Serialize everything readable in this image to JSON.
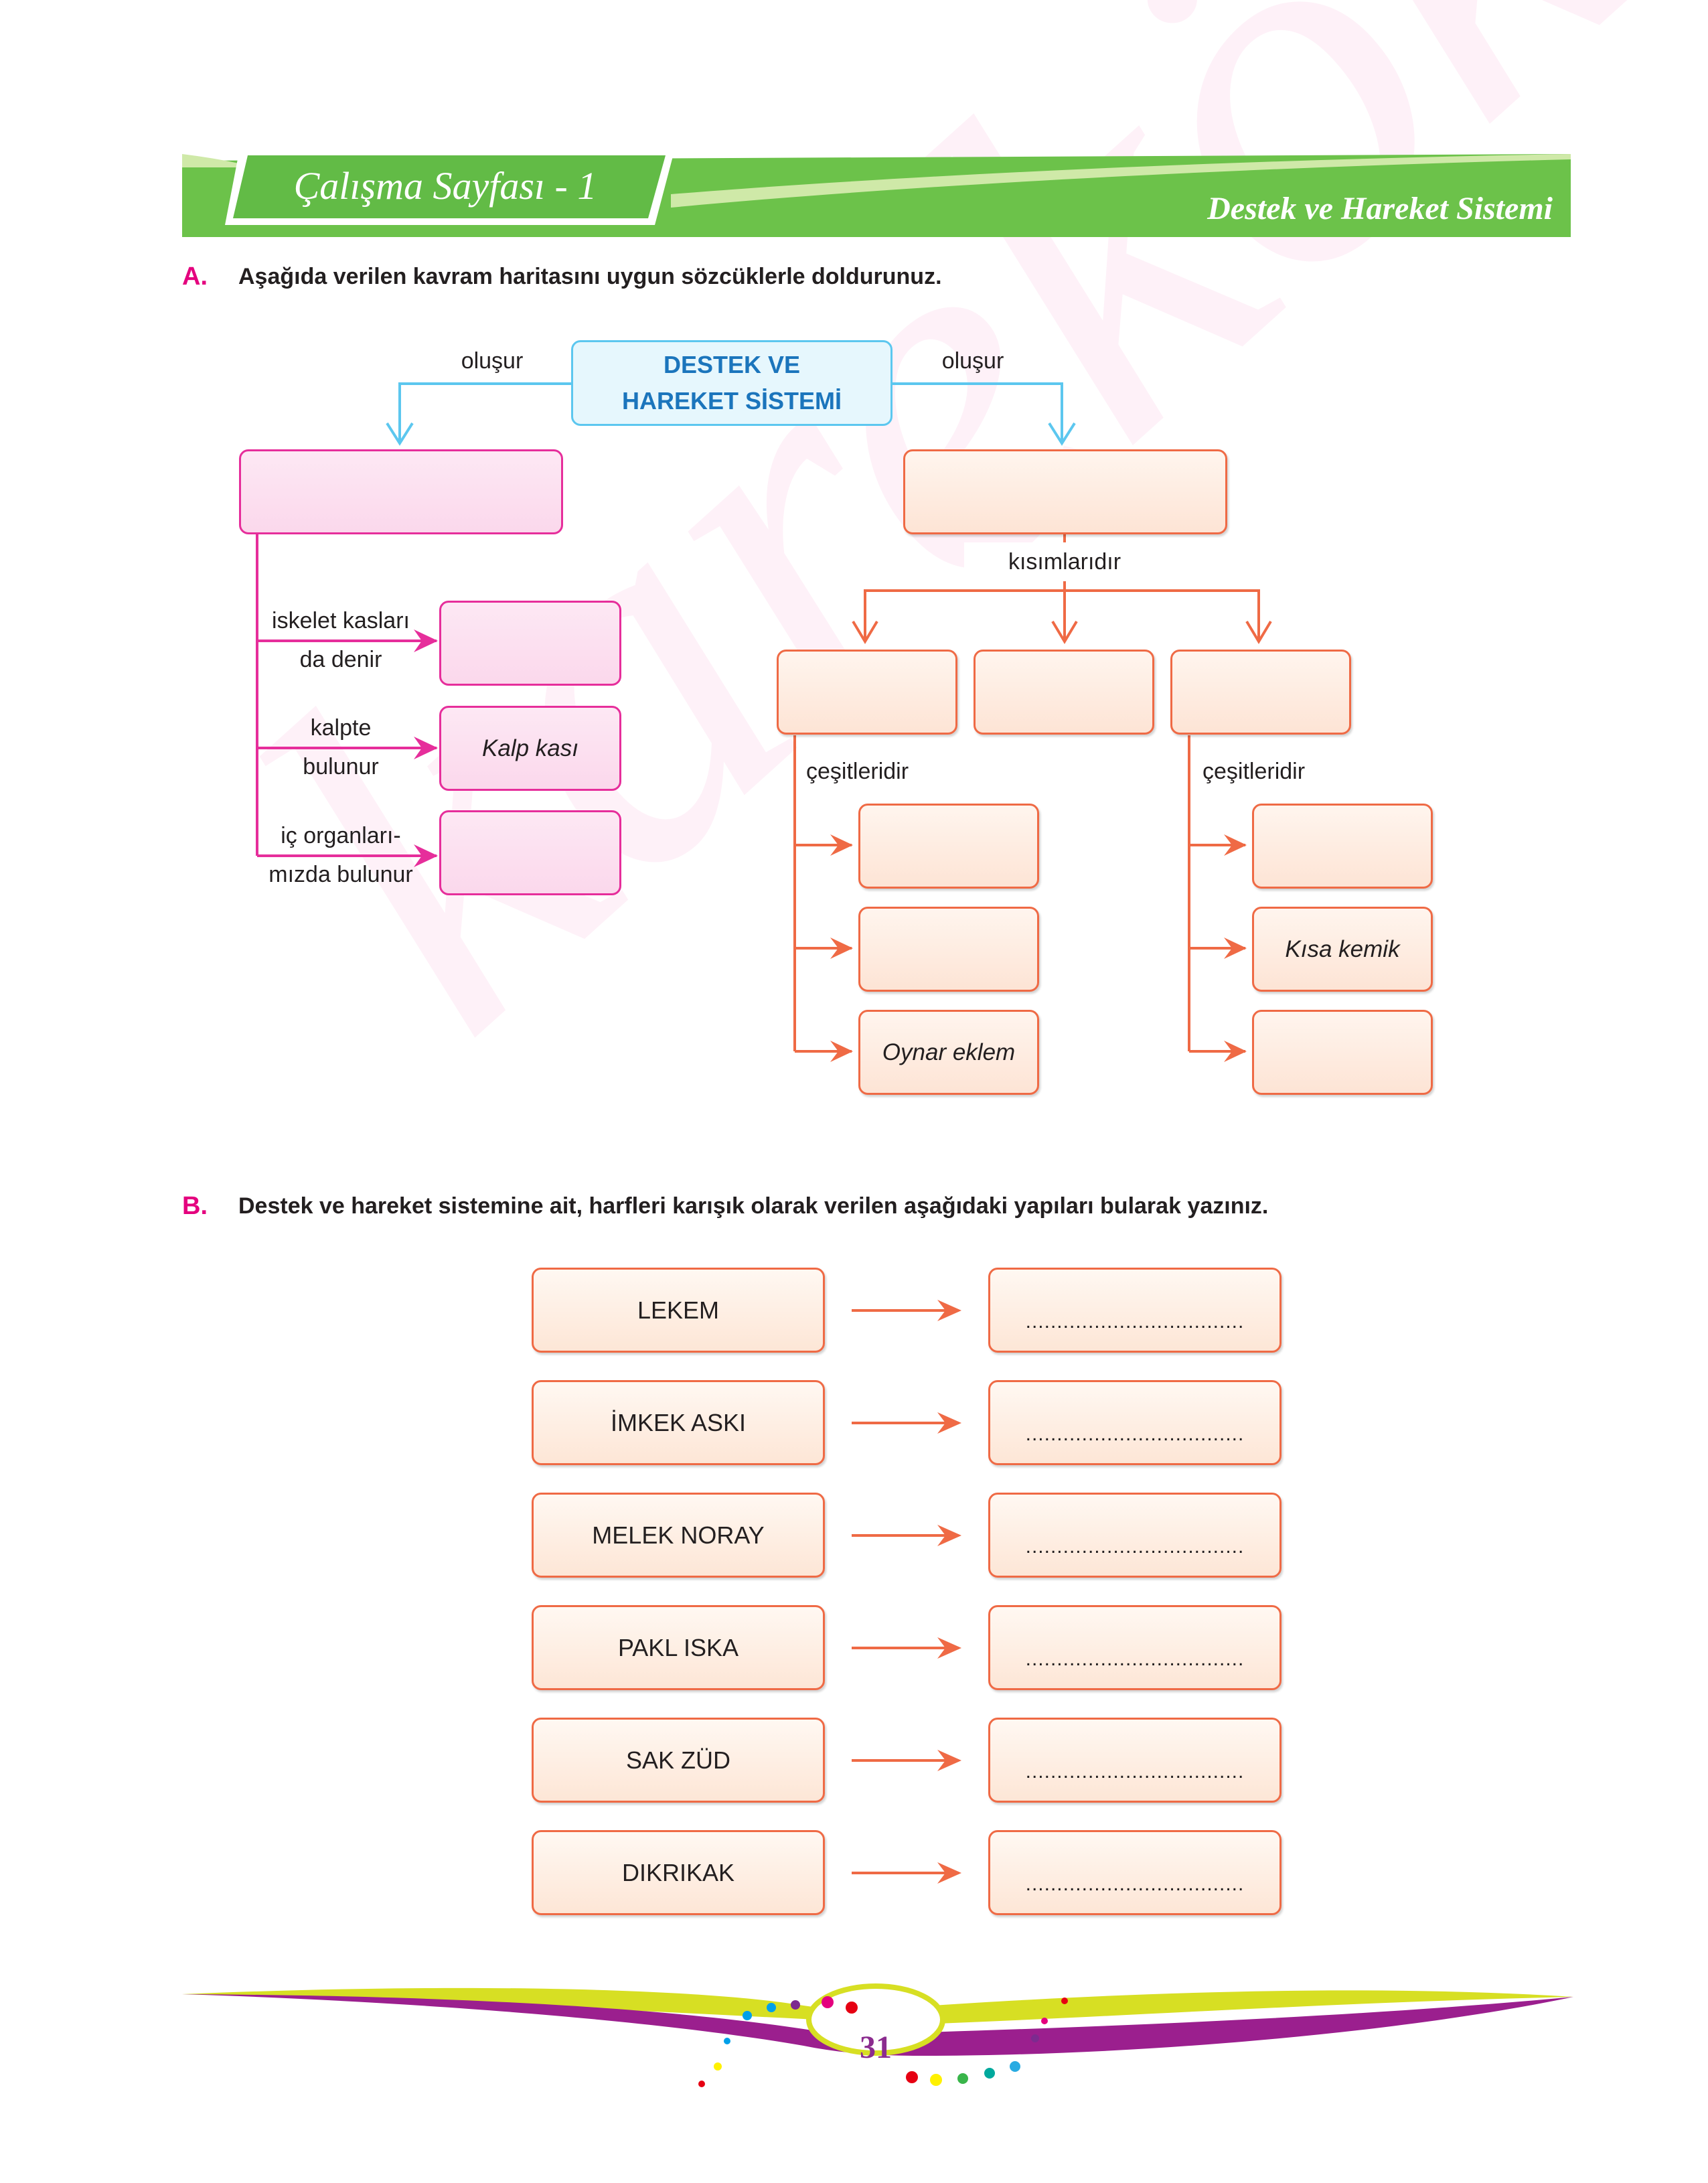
{
  "header": {
    "title": "Çalışma Sayfası - 1",
    "subtitle": "Destek ve Hareket Sistemi",
    "colors": {
      "green": "#6cc24a",
      "light_green": "#cfe9a8"
    }
  },
  "section_a": {
    "letter": "A.",
    "instruction": "Aşağıda verilen kavram haritasını uygun sözcüklerle doldurunuz.",
    "main_concept_line1": "DESTEK VE",
    "main_concept_line2": "HAREKET SİSTEMİ",
    "left_connector": "oluşur",
    "right_connector": "oluşur",
    "left_branch": {
      "box": "",
      "items": [
        {
          "label_line1": "iskelet kasları",
          "label_line2": "da denir",
          "box": ""
        },
        {
          "label_line1": "kalpte",
          "label_line2": "bulunur",
          "box": "Kalp kası"
        },
        {
          "label_line1": "iç organları-",
          "label_line2": "mızda bulunur",
          "box": ""
        }
      ]
    },
    "right_branch": {
      "box": "",
      "connector": "kısımlarıdır",
      "parts": [
        "",
        "",
        ""
      ],
      "left_sub": {
        "connector": "çeşitleridir",
        "items": [
          "",
          "",
          "Oynar eklem"
        ]
      },
      "right_sub": {
        "connector": "çeşitleridir",
        "items": [
          "",
          "Kısa kemik",
          ""
        ]
      }
    },
    "colors": {
      "pink": "#e62e9b",
      "orange": "#ef6a45",
      "blue": "#5cc7ef"
    }
  },
  "section_b": {
    "letter": "B.",
    "instruction": "Destek ve hareket sistemine ait, harfleri karışık olarak verilen aşağıdaki yapıları bularak yazınız.",
    "rows": [
      {
        "scrambled": "LEKEM",
        "answer": "..................................."
      },
      {
        "scrambled": "İMKEK ASKI",
        "answer": "..................................."
      },
      {
        "scrambled": "MELEK NORAY",
        "answer": "..................................."
      },
      {
        "scrambled": "PAKL ISKA",
        "answer": "..................................."
      },
      {
        "scrambled": "SAK ZÜD",
        "answer": "..................................."
      },
      {
        "scrambled": "DIKRIKAK",
        "answer": "..................................."
      }
    ]
  },
  "footer": {
    "page_number": "31"
  }
}
